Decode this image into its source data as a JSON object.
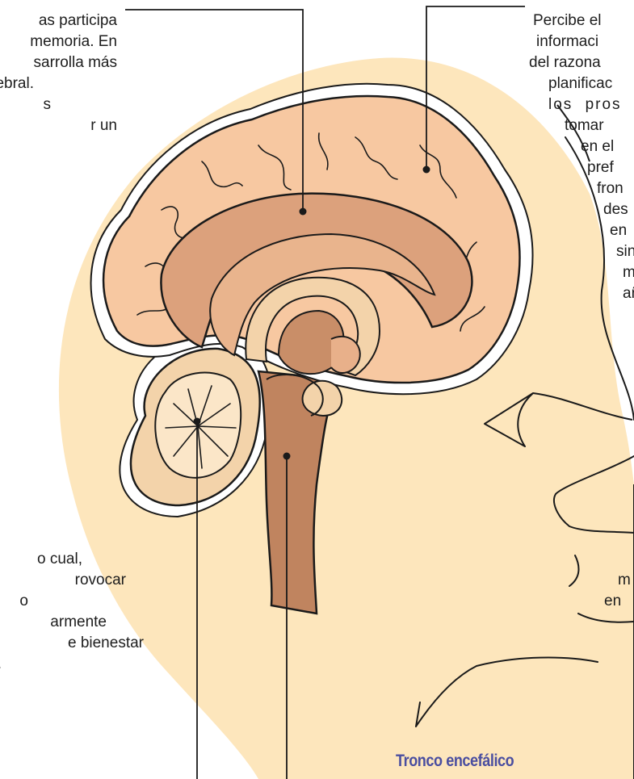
{
  "text": {
    "left_top": [
      "as participa",
      "memoria. En",
      "sarrolla más",
      "erebral.",
      "s",
      "r un"
    ],
    "right_top": [
      "Percibe el",
      "informaci",
      "del razona",
      "planificac",
      "los pros",
      "tomar",
      "en el",
      "pref",
      "fron",
      "des",
      "en",
      "sin",
      "ma",
      "añ"
    ],
    "left_bottom": [
      "o cual,",
      "rovocar",
      "o",
      "armente",
      "e bienestar",
      "a."
    ],
    "right_bottom": [
      "m",
      "en"
    ]
  },
  "labels": {
    "brainstem": "Tronco encefálico"
  },
  "colors": {
    "skin": "#fde6bc",
    "cerebrum": "#f7c8a1",
    "inner": "#dca17c",
    "stem": "#c0845f",
    "outline": "#1a1a1a",
    "heading": "#4a4ea0"
  }
}
